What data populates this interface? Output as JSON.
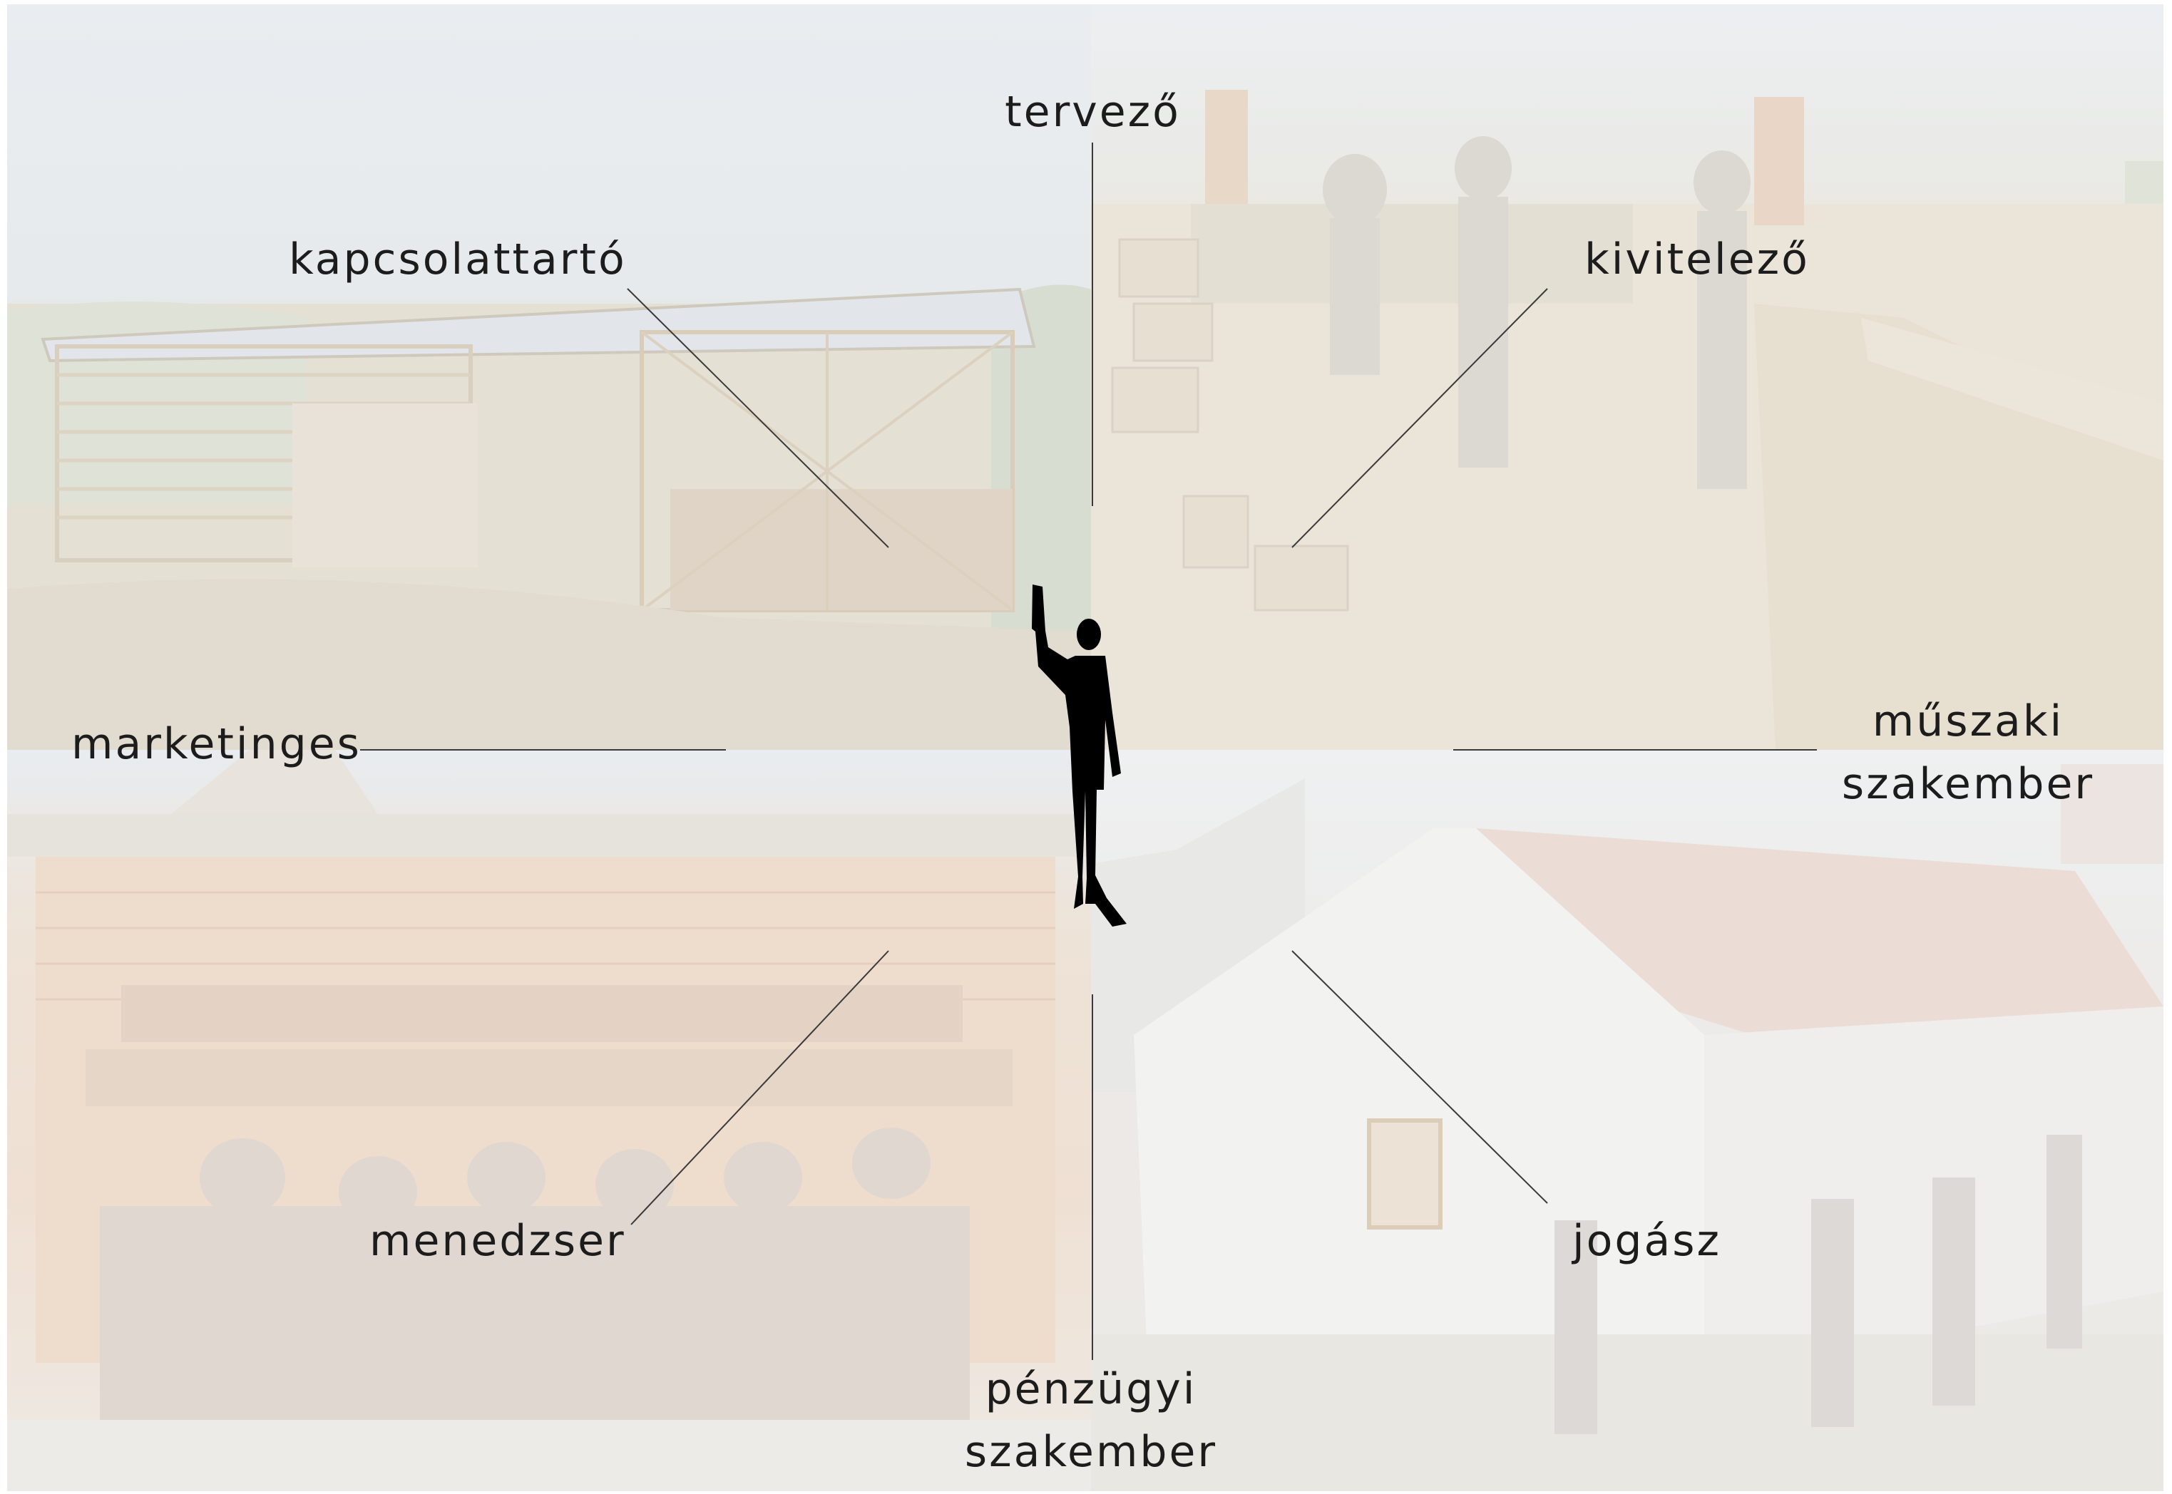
{
  "labels": {
    "tervezo": "tervező",
    "kapcsolattarto": "kapcsolattartó",
    "kivitelezo": "kivitelező",
    "marketinges": "marketinges",
    "muszaki_line1": "műszaki",
    "muszaki_line2": "szakember",
    "menedzser": "menedzser",
    "jogasz": "jogász",
    "penzugyi_line1": "pénzügyi",
    "penzugyi_line2": "szakember"
  },
  "photos": {
    "top_left": "construction-frame-photo",
    "top_right": "wall-building-photo",
    "bottom_left": "group-photo",
    "bottom_right": "house-visit-photo"
  },
  "colors": {
    "text": "#1c1c1c",
    "line": "#3a3a3a",
    "figure": "#000000"
  }
}
